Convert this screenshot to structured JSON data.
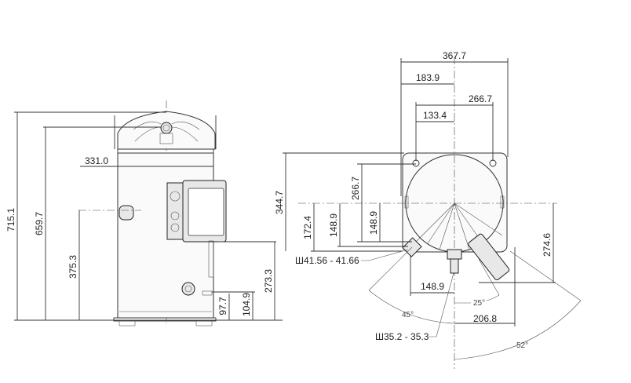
{
  "side_view": {
    "overall_height": "715.1",
    "height_to_discharge": "659.7",
    "height_to_suction": "375.3",
    "shell_diameter": "331.0",
    "height_to_terminal_box": "273.3",
    "height_104": "104.9",
    "height_97": "97.7",
    "terminal_box_height": "344.7"
  },
  "top_view": {
    "overall_width": "367.7",
    "half_width": "183.9",
    "mount_spacing": "266.7",
    "half_mount_spacing": "133.4",
    "mount_spacing_vertical": "266.7",
    "offset_1": "148.9",
    "offset_2": "148.9",
    "offset_3": "172.4",
    "offset_right": "274.6",
    "offset_bottom": "148.9",
    "offset_box": "206.8",
    "angle_25": "25°",
    "angle_45": "45°",
    "angle_52": "52°",
    "suction_diameter": "Ш41.56 - 41.66",
    "discharge_diameter": "Ш35.2 - 35.3"
  }
}
